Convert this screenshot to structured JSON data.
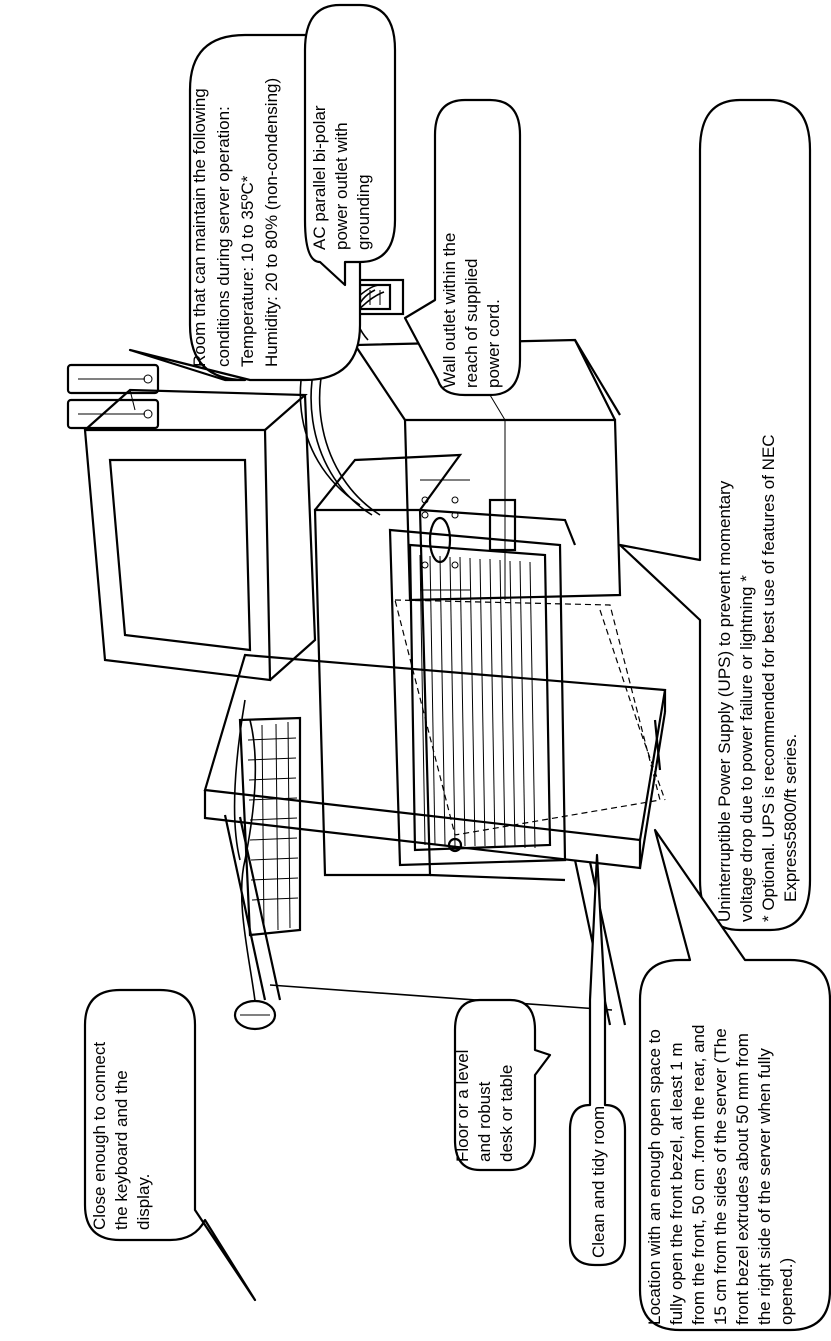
{
  "callouts": {
    "room": {
      "lines": [
        "Room that can maintain the following",
        "conditions during server operation:",
        "Temperature: 10 to 35ºC*",
        "Humidity: 20 to 80% (non-condensing)"
      ]
    },
    "ac_outlet": {
      "lines": [
        "AC parallel bi-polar",
        "power outlet with",
        "grounding"
      ]
    },
    "wall_outlet": {
      "lines": [
        "Wall outlet within the",
        "reach of supplied",
        "power cord."
      ]
    },
    "ups": {
      "lines": [
        "Uninterruptible Power Supply (UPS) to prevent momentary",
        "voltage drop due to power failure or lightning *",
        "* Optional. UPS is recommended for best use of features of NEC",
        "Express5800/ft series."
      ]
    },
    "keyboard": {
      "lines": [
        "Close enough to connect",
        "the keyboard and the",
        "display."
      ]
    },
    "floor": {
      "lines": [
        "Floor or a level",
        "and robust",
        "desk or table"
      ]
    },
    "clean": {
      "lines": [
        "Clean and tidy room"
      ]
    },
    "location": {
      "lines": [
        "Location with an enough open space to",
        "fully open the front bezel, at least 1 m",
        "from the front, 50 cm .from the rear, and",
        "15 cm from the sides of the server (The",
        "front bezel extrudes about 50 mm from",
        "the right side of the server when fully",
        "opened.)"
      ]
    }
  }
}
